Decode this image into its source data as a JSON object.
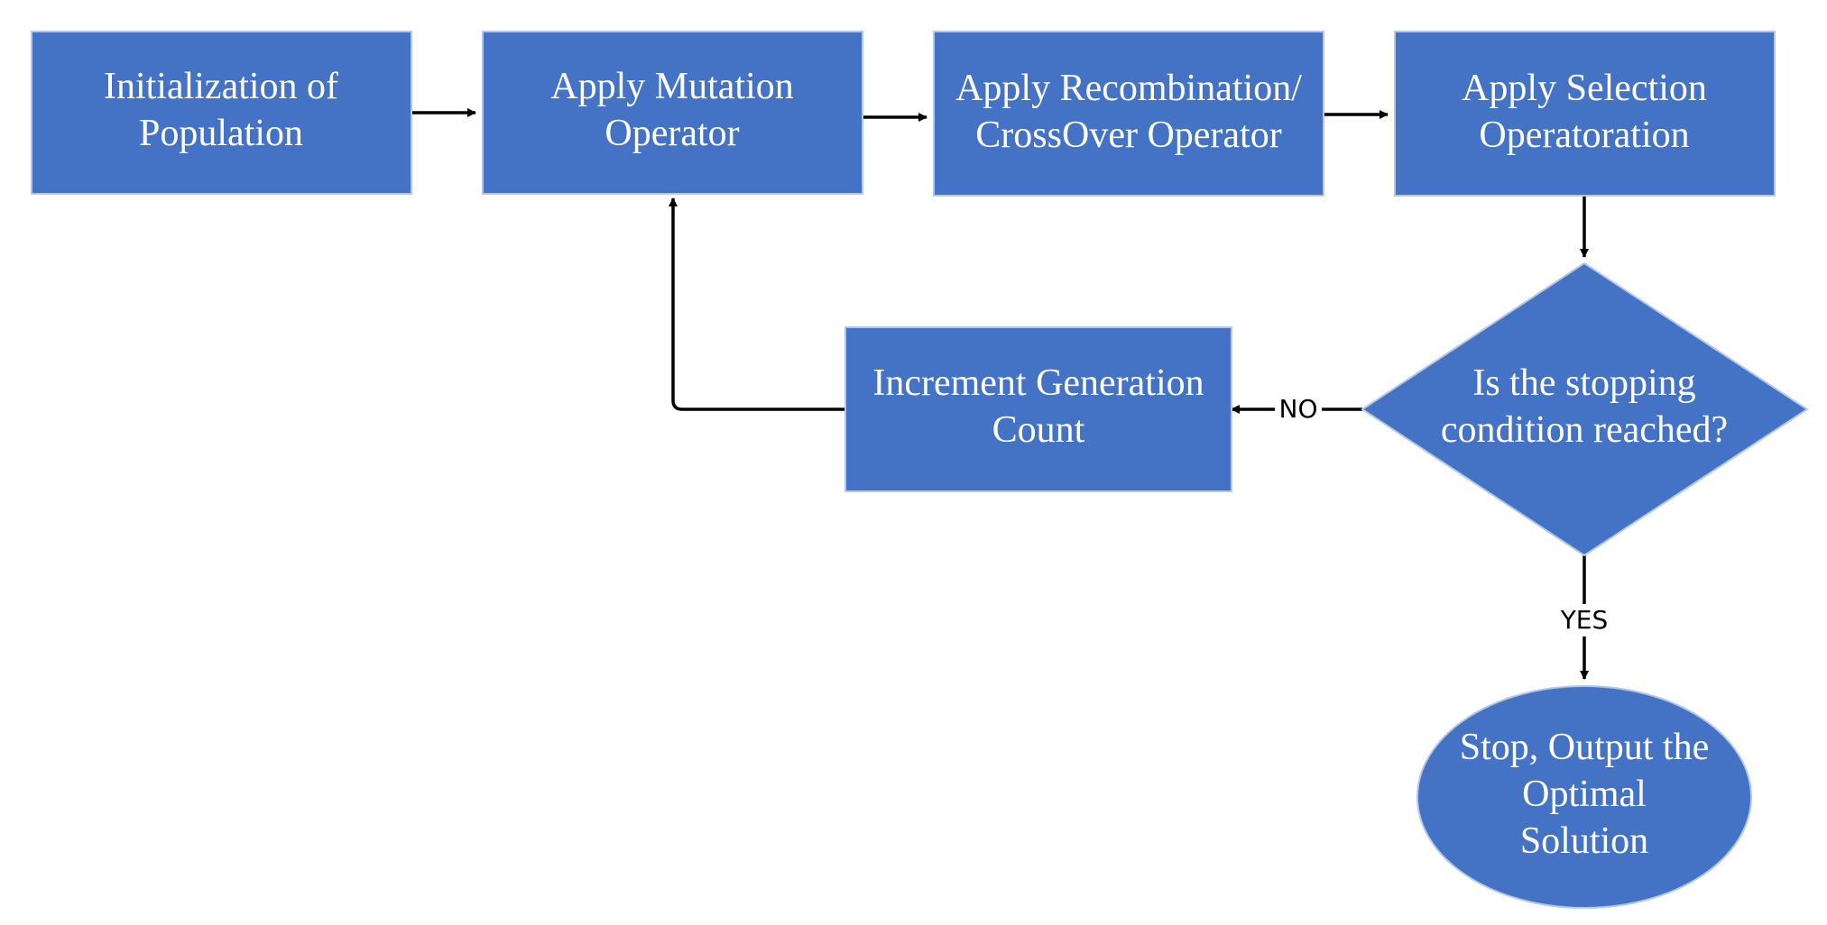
{
  "diagram": {
    "colors": {
      "node_fill": "#4472C4",
      "node_stroke": "#B4C7E7",
      "node_text": "#FFFFFF",
      "connector": "#000000",
      "background": "#FFFFFF"
    },
    "nodes": {
      "init": {
        "lines": [
          "Initialization of",
          "Population"
        ]
      },
      "mutation": {
        "lines": [
          "Apply Mutation",
          "Operator"
        ]
      },
      "crossover": {
        "lines": [
          "Apply Recombination/",
          "CrossOver Operator"
        ]
      },
      "selection": {
        "lines": [
          "Apply Selection",
          "Operatoration"
        ]
      },
      "decision": {
        "lines": [
          "Is the stopping",
          "condition reached?"
        ]
      },
      "increment": {
        "lines": [
          "Increment Generation",
          "Count"
        ]
      },
      "stop": {
        "lines": [
          "Stop, Output the",
          "Optimal",
          "Solution"
        ]
      }
    },
    "edge_labels": {
      "no": "NO",
      "yes": "YES"
    }
  }
}
